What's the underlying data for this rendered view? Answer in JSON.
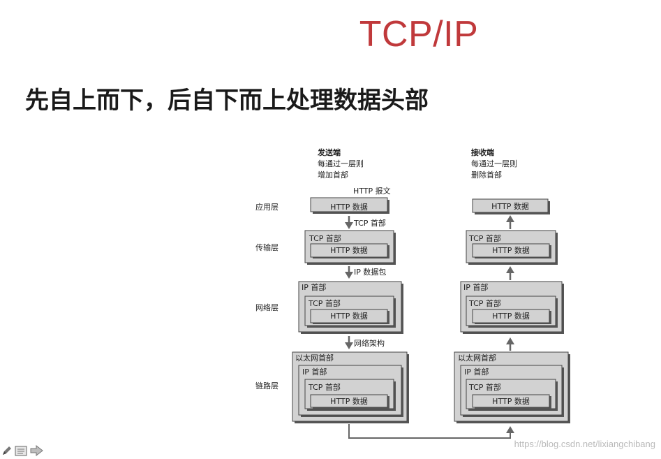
{
  "title": "TCP/IP",
  "subtitle": "先自上而下，后自下而上处理数据头部",
  "sender": {
    "title": "发送端",
    "line1": "每通过一层则",
    "line2": "增加首部"
  },
  "receiver": {
    "title": "接收端",
    "line1": "每通过一层则",
    "line2": "删除首部"
  },
  "layers": {
    "application": "应用层",
    "transport": "传输层",
    "network": "网络层",
    "link": "链路层"
  },
  "annotations": {
    "http_message": "HTTP 报文",
    "tcp_header": "TCP 首部",
    "ip_packet": "IP 数据包",
    "network_frame": "网络架构"
  },
  "blocks": {
    "http_data": "HTTP 数据",
    "tcp_header": "TCP 首部",
    "ip_header": "IP 首部",
    "ethernet_header": "以太网首部"
  },
  "watermark": "https://blog.csdn.net/lixiangchibang",
  "icons": [
    "pen-icon",
    "notes-icon",
    "arrow-right-icon"
  ],
  "colors": {
    "title": "#c0393b",
    "box_fill": "#d2d2d2",
    "box_shadow": "#555555"
  }
}
